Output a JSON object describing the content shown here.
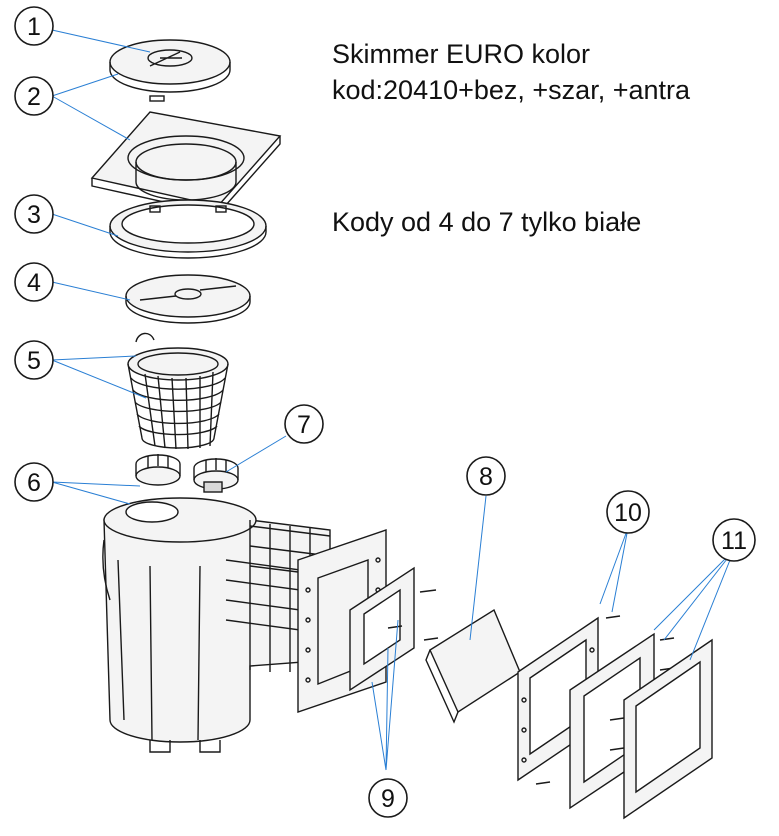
{
  "title_line": "Skimmer EURO kolor",
  "code_line": "kod:20410+bez, +szar, +antra",
  "note_line": "Kody od 4 do 7 tylko białe",
  "callouts": [
    "1",
    "2",
    "3",
    "4",
    "5",
    "6",
    "7",
    "8",
    "9",
    "10",
    "11"
  ],
  "colors": {
    "line": "#1a1a1a",
    "leader": "#2a7fd4",
    "part_fill": "#f4f4f4",
    "shade": "#d9d9d9"
  }
}
